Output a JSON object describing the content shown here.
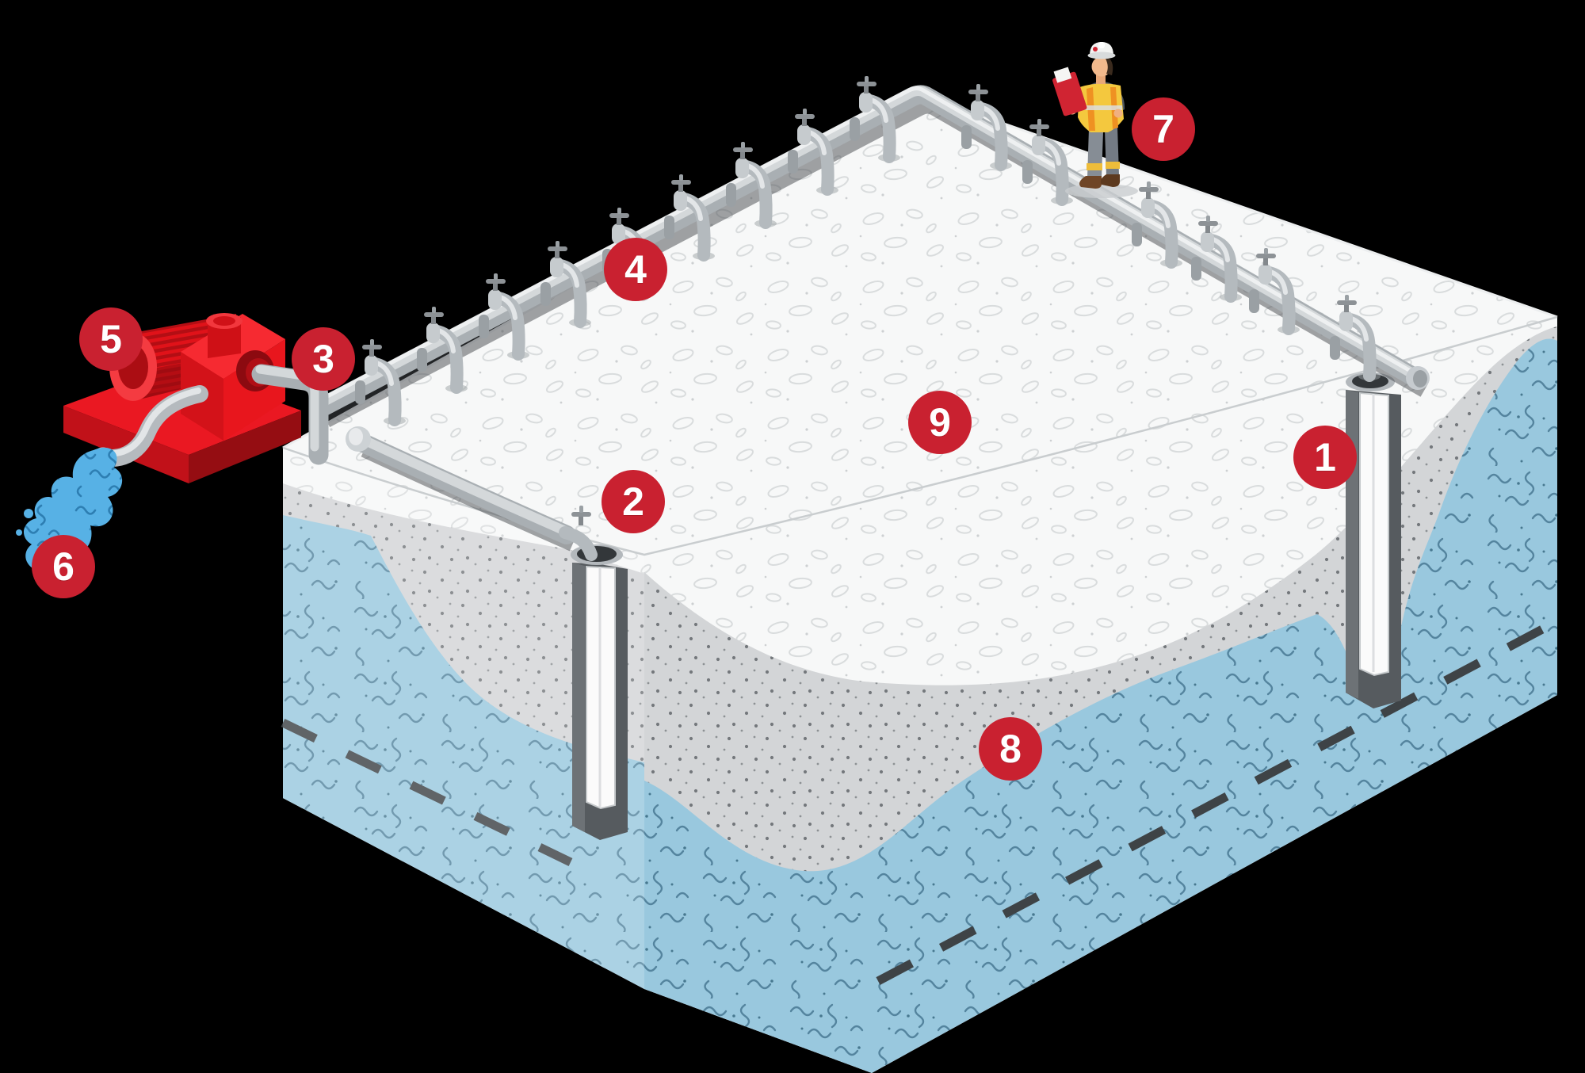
{
  "diagram": {
    "badges": [
      {
        "id": "1",
        "label": "1"
      },
      {
        "id": "2",
        "label": "2"
      },
      {
        "id": "3",
        "label": "3"
      },
      {
        "id": "4",
        "label": "4"
      },
      {
        "id": "5",
        "label": "5"
      },
      {
        "id": "6",
        "label": "6"
      },
      {
        "id": "7",
        "label": "7"
      },
      {
        "id": "8",
        "label": "8"
      },
      {
        "id": "9",
        "label": "9"
      }
    ],
    "icons": {
      "worker": "construction-worker-icon",
      "pump": "dewatering-pump-icon",
      "discharge": "water-discharge-icon",
      "wellpoint": "wellpoint-riser-icon",
      "header_pipe": "header-pipe-icon",
      "well": "well-shaft-icon",
      "water_table": "water-table-dashed-line-icon",
      "ground": "ground-block-icon"
    },
    "colors": {
      "badge_red": "#c92130",
      "pump_red": "#e8141f",
      "surface_white": "#f7f8f8",
      "dewatered_gray": "#d3d5d7",
      "groundwater_blue": "#99c8de",
      "discharge_blue": "#57b1e5",
      "pipe_gray": "#b4babe",
      "background": "#000000"
    }
  }
}
